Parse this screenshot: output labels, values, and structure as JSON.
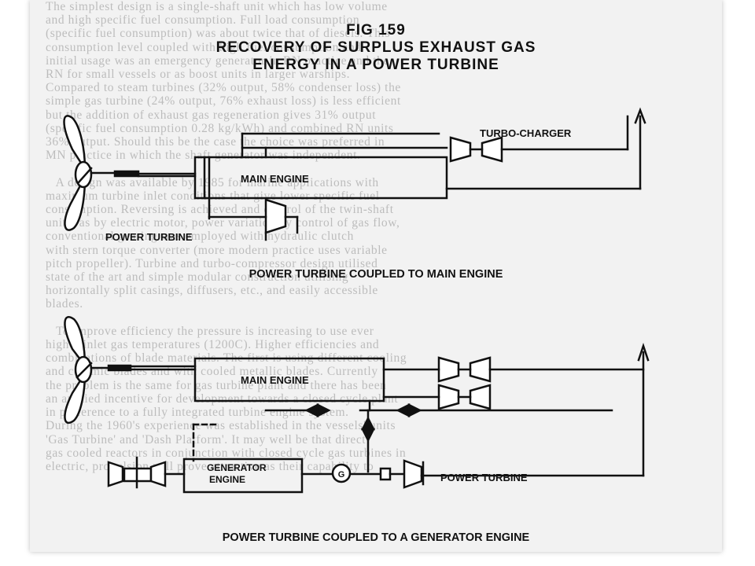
{
  "figure": {
    "number": "FIG 159",
    "title_line1": "RECOVERY OF SURPLUS EXHAUST GAS",
    "title_line2": "ENERGY IN A POWER TURBINE"
  },
  "diagram_top": {
    "turbocharger": "TURBO-CHARGER",
    "main_engine": "MAIN ENGINE",
    "power_turbine": "POWER TURBINE",
    "caption": "POWER TURBINE COUPLED TO MAIN ENGINE"
  },
  "diagram_bottom": {
    "main_engine": "MAIN ENGINE",
    "generator_engine_line1": "GENERATOR",
    "generator_engine_line2": "ENGINE",
    "generator_symbol": "G",
    "power_turbine": "POWER TURBINE",
    "caption": "POWER TURBINE COUPLED TO A GENERATOR ENGINE"
  },
  "colors": {
    "ink": "#111111",
    "paper": "#f2f2f2",
    "faint_text": "#8a8a8a"
  }
}
